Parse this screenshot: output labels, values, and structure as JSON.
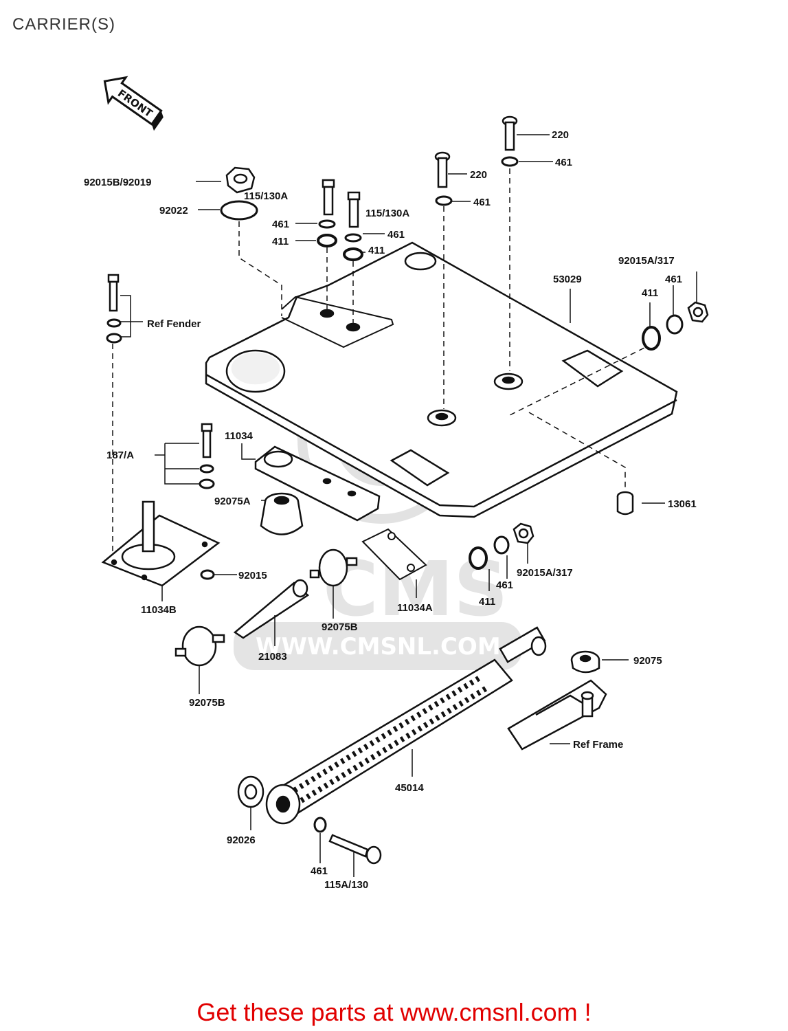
{
  "page": {
    "title": "CARRIER(S)"
  },
  "diagram": {
    "front_arrow_text": "FRONT",
    "watermark": {
      "text": "CMS",
      "url": "WWW.CMSNL.COM"
    },
    "labels": {
      "l220_top": "220",
      "l461_top": "461",
      "l220_mid": "220",
      "l461_mid": "461",
      "l92015B": "92015B/92019",
      "l115_left": "115/130A",
      "l92022": "92022",
      "l115_right": "115/130A",
      "l461_a": "461",
      "l461_b": "461",
      "l411_a": "411",
      "l411_b": "411",
      "l92015A_top": "92015A/317",
      "l53029": "53029",
      "l461_c": "461",
      "l411_c": "411",
      "ref_fender": "Ref Fender",
      "l11034": "11034",
      "l187A": "187/A",
      "l92075A": "92075A",
      "l13061": "13061",
      "l92015": "92015",
      "l11034B": "11034B",
      "l11034A": "11034A",
      "l461_d": "461",
      "l411_d": "411",
      "l92015A_bot": "92015A/317",
      "l92075B_mid": "92075B",
      "l21083": "21083",
      "l92075B_left": "92075B",
      "l92075": "92075",
      "ref_frame": "Ref Frame",
      "l45014": "45014",
      "l92026": "92026",
      "l461_e": "461",
      "l115A": "115A/130"
    }
  },
  "footer": {
    "link_text": "Get these parts at www.cmsnl.com !"
  },
  "colors": {
    "footer_red": "#e10000",
    "line": "#111111",
    "watermark": "#e2e2e2"
  }
}
